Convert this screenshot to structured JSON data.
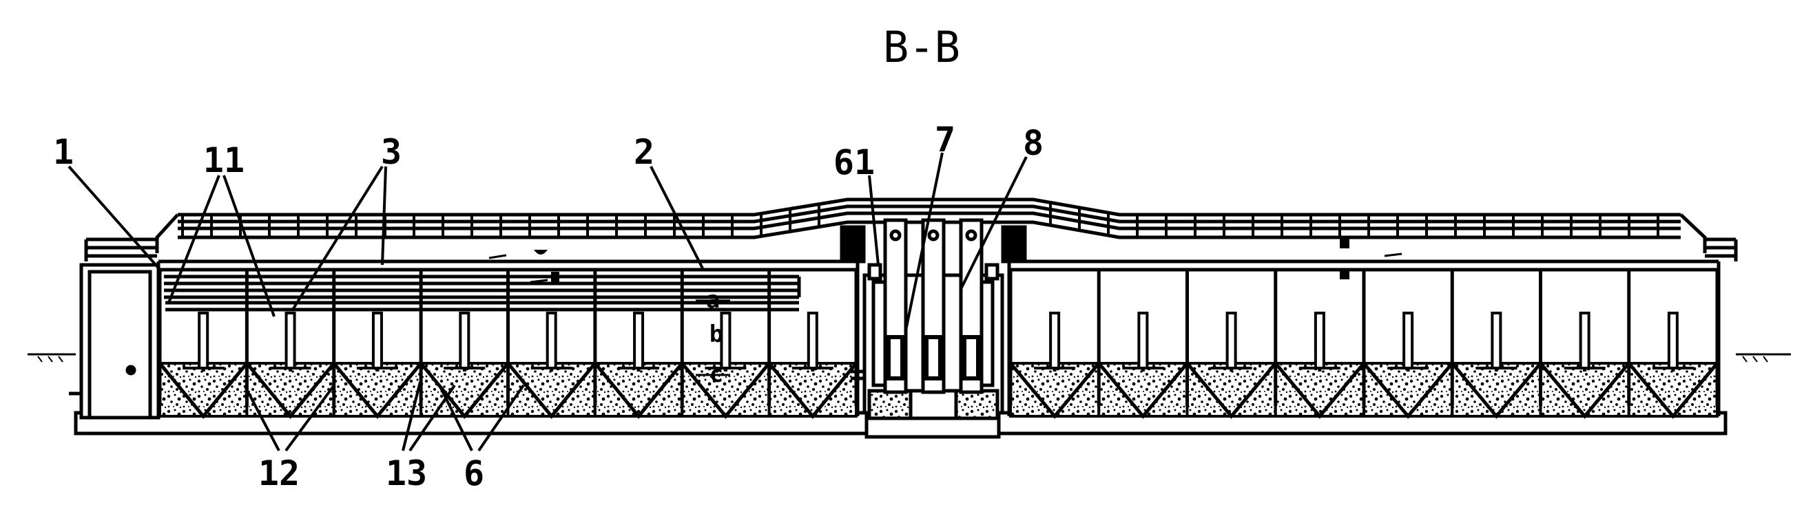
{
  "title": "B-B",
  "labels": {
    "l1": "1",
    "l11": "11",
    "l3": "3",
    "l2": "2",
    "l61": "61",
    "l7": "7",
    "l8": "8",
    "l12": "12",
    "l13": "13",
    "l6": "6",
    "la": "a",
    "lb": "b",
    "lc": "c"
  }
}
